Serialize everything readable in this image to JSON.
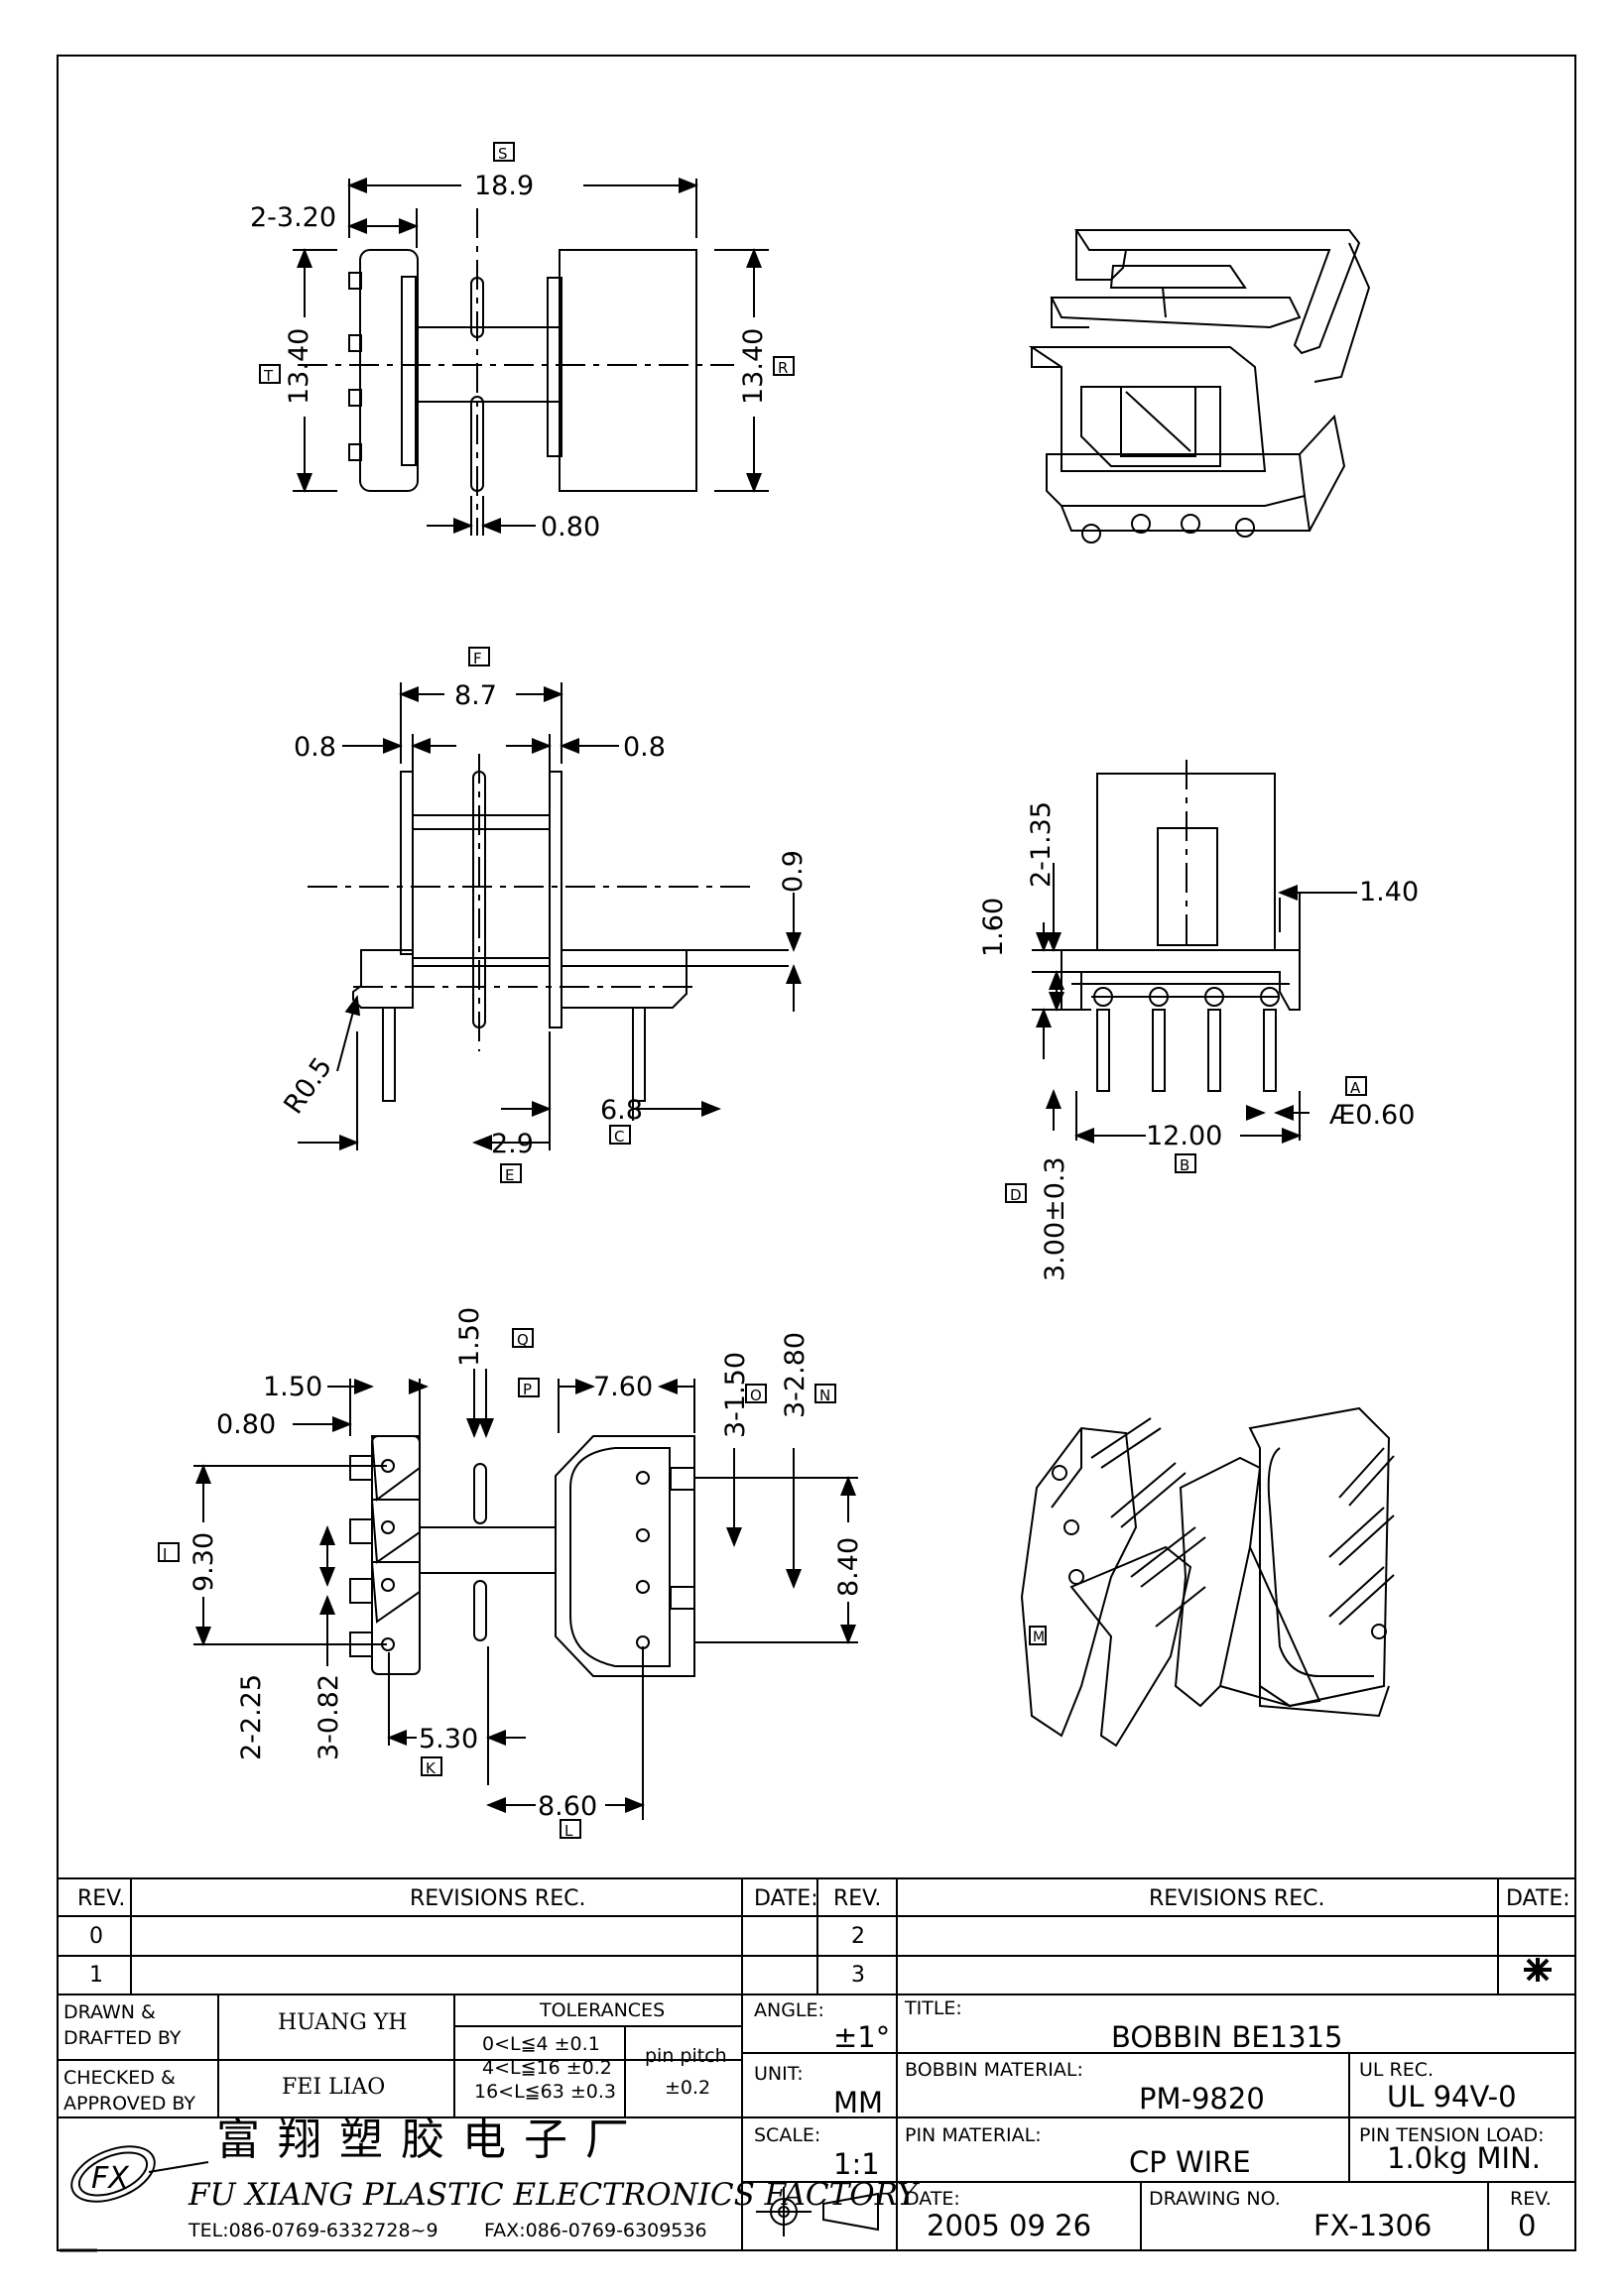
{
  "views": {
    "top": {
      "ref_s": "S",
      "width": "18.9",
      "pin_dia": "2-3.20",
      "height_left": "13.40",
      "ref_t": "T",
      "height_right": "13.40",
      "ref_r": "R",
      "flange": "0.80"
    },
    "front": {
      "ref_f": "F",
      "inner_width": "8.7",
      "flange_l": "0.8",
      "flange_r": "0.8",
      "step": "0.9",
      "radius": "R0.5",
      "pin_offset": "6.8",
      "ref_c": "C",
      "base_depth": "2.9",
      "ref_e": "E"
    },
    "side": {
      "slot": "2-1.35",
      "base_h": "1.60",
      "pin_gap": "1.40",
      "pitch": "12.00",
      "ref_b": "B",
      "pin_dia": "Æ0.60",
      "ref_a": "A",
      "pin_len": "3.00±0.3",
      "ref_d": "D"
    },
    "bottom": {
      "d150a": "1.50",
      "ref_q": "Q",
      "d150b": "1.50",
      "d080": "0.80",
      "d760": "7.60",
      "ref_p": "P",
      "d3150": "3-1.50",
      "ref_o": "O",
      "d3280": "3-2.80",
      "ref_n": "N",
      "d930": "9.30",
      "ref_j": "J",
      "d840": "8.40",
      "d2225": "2-2.25",
      "d3082": "3-0.82",
      "d530": "5.30",
      "ref_k": "K",
      "d860": "8.60",
      "ref_l": "L",
      "ref_m": "M"
    }
  },
  "title_block": {
    "rev_hdr": "REV.",
    "revisions_hdr": "REVISIONS   REC.",
    "date_hdr": "DATE:",
    "rev_rows": [
      "0",
      "1"
    ],
    "rev_rows2": [
      "2",
      "3"
    ],
    "drawn_label": "DRAWN  &",
    "drafted_label": "DRAFTED  BY",
    "drawn_name": "HUANG YH",
    "checked_label": "CHECKED  &",
    "approved_label": "APPROVED  BY",
    "checked_name": "FEI LIAO",
    "tolerances_hdr": "TOLERANCES",
    "tol1": "0<L≦4    ±0.1",
    "tol2": "4<L≦16  ±0.2",
    "tol3": "16<L≦63  ±0.3",
    "pin_pitch": "pin  pitch",
    "pin_pitch_tol": "±0.2",
    "angle_label": "ANGLE:",
    "angle_val": "±1°",
    "unit_label": "UNIT:",
    "unit_val": "MM",
    "scale_label": "SCALE:",
    "scale_val": "1:1",
    "title_label": "TITLE:",
    "title_val": "BOBBIN    BE1315",
    "bobbin_mat_label": "BOBBIN  MATERIAL:",
    "bobbin_mat_val": "PM-9820",
    "ul_label": "UL  REC.",
    "ul_val": "UL  94V-0",
    "pin_mat_label": "PIN  MATERIAL:",
    "pin_mat_val": "CP  WIRE",
    "pin_tension_label": "PIN  TENSION  LOAD:",
    "pin_tension_val": "1.0kg  MIN.",
    "date_label": "DATE:",
    "date_val": "2005  09  26",
    "drawing_no_label": "DRAWING  NO.",
    "drawing_no_val": "FX-1306",
    "rev_label": "REV.",
    "rev_val": "0",
    "company_cn": "富翔塑胶电子厂",
    "company_en": "FU XIANG PLASTIC ELECTRONICS FACTORY",
    "tel": "TEL:086-0769-6332728~9",
    "fax": "FAX:086-0769-6309536",
    "logo_text": "FX"
  }
}
